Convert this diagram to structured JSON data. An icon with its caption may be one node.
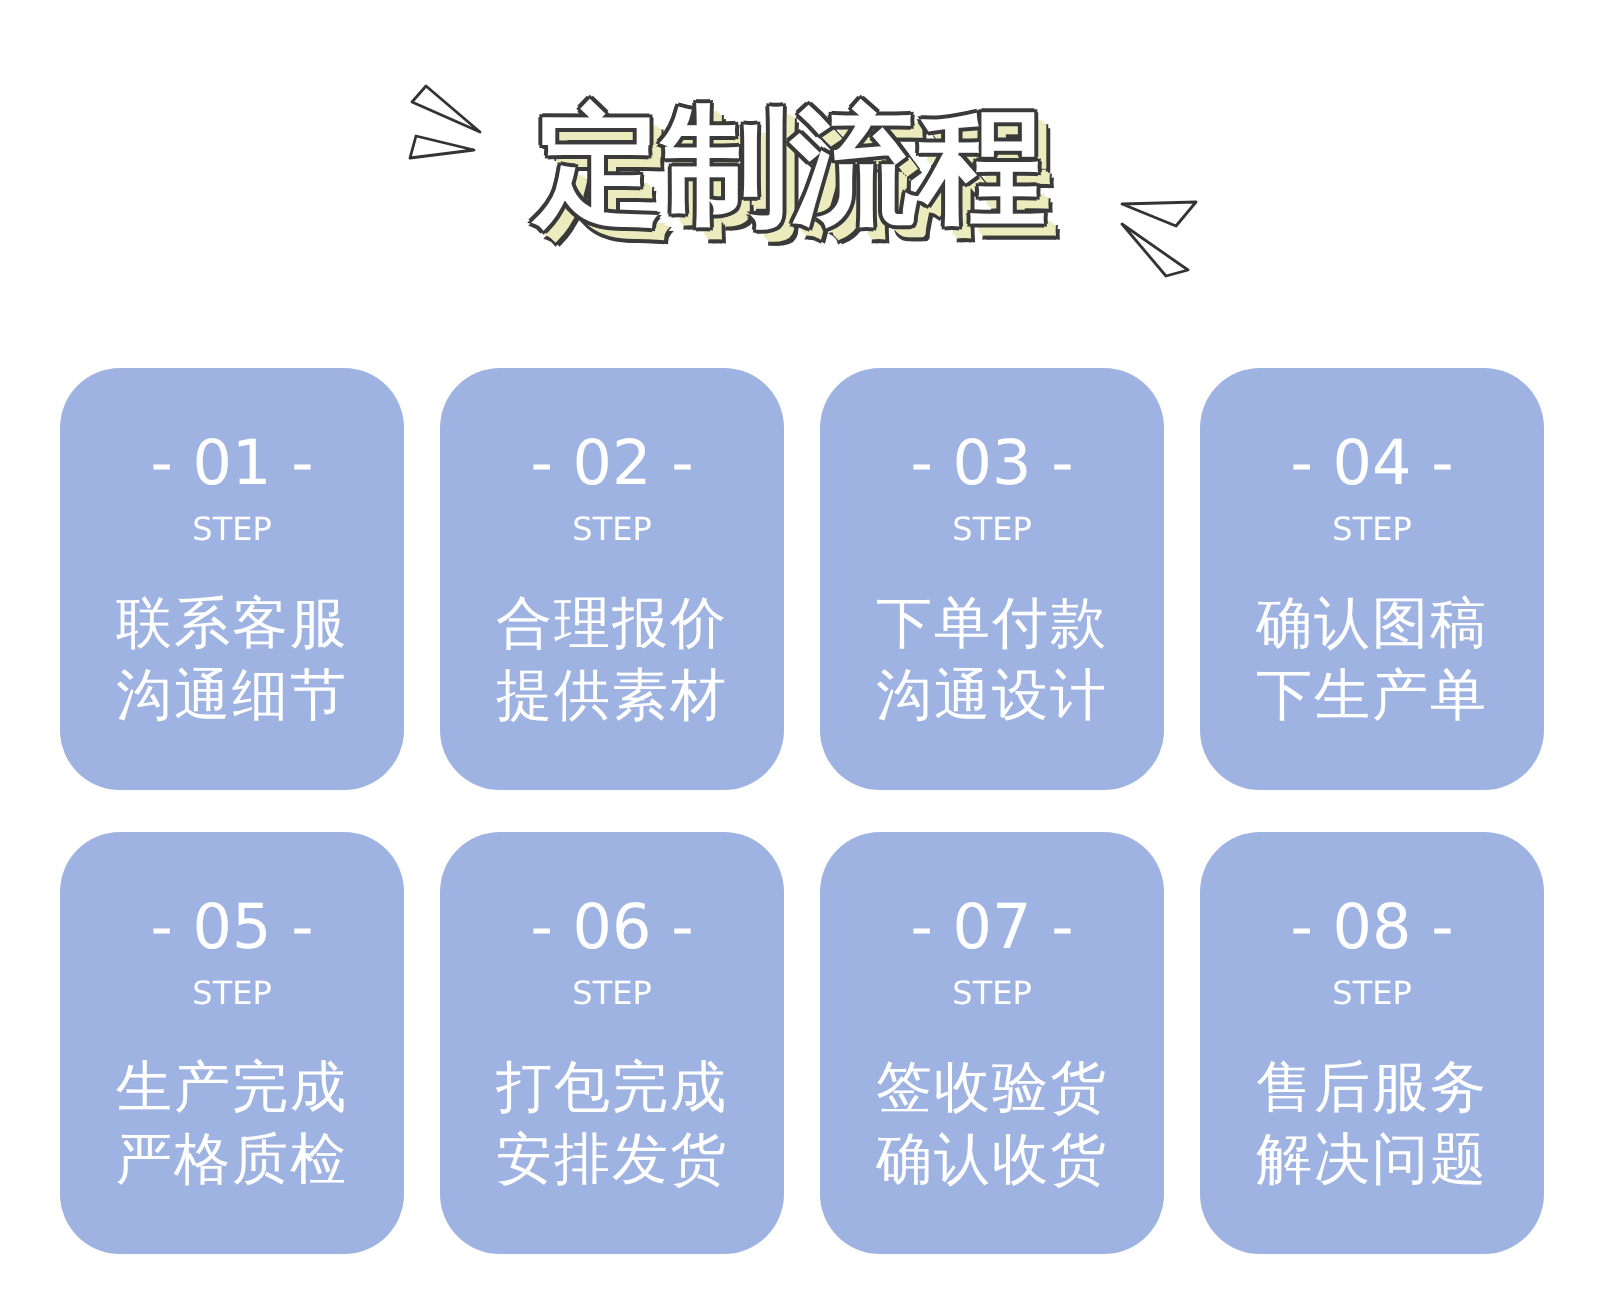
{
  "diagram": {
    "title": "定制流程",
    "nodes": [
      {
        "text": [
          "- 01 -",
          "STEP",
          "联系客服沟通细节"
        ]
      },
      {
        "text": [
          "- 02 -",
          "STEP",
          "合理报价提供素材"
        ]
      },
      {
        "text": [
          "- 03 -",
          "STEP",
          "下单付款沟通设计"
        ]
      },
      {
        "text": [
          "- 04 -",
          "STEP",
          "确认图稿下生产单"
        ]
      },
      {
        "text": [
          "- 05 -",
          "STEP",
          "生产完成严格质检"
        ]
      },
      {
        "text": [
          "- 06 -",
          "STEP",
          "打包完成安排发货"
        ]
      },
      {
        "text": [
          "- 07 -",
          "STEP",
          "签收验货确认收货"
        ]
      },
      {
        "text": [
          "- 08 -",
          "STEP",
          "售后服务解决问题"
        ]
      }
    ]
  }
}
